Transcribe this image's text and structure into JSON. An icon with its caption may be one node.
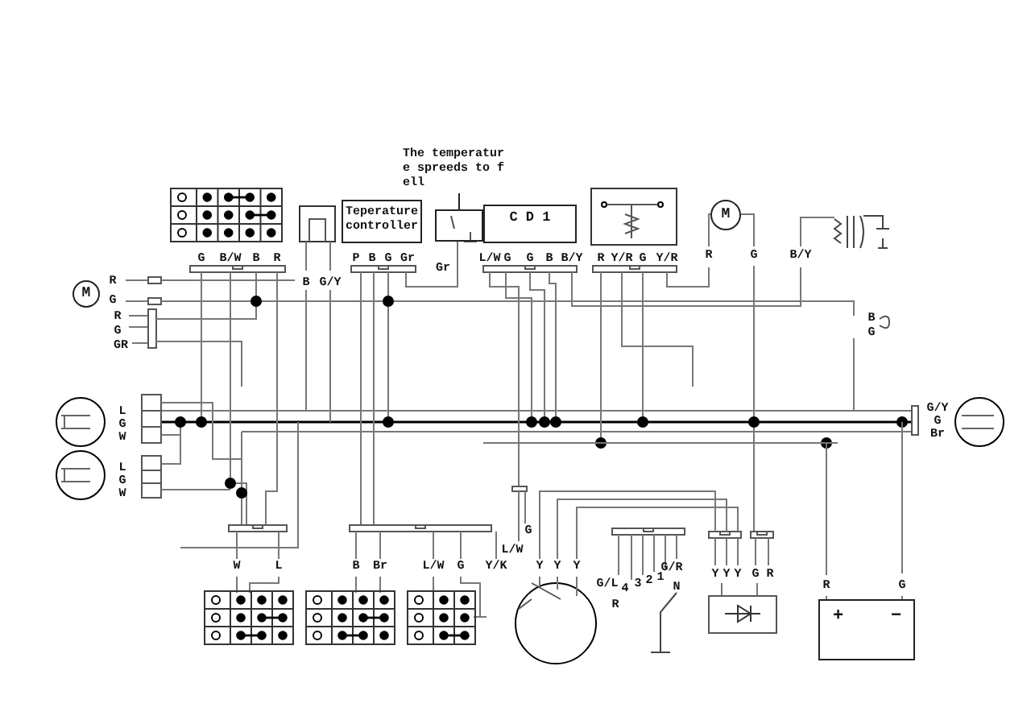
{
  "diagram": {
    "nodes": [
      {
        "text": [
          "The temperatur e spreeds to f ell"
        ]
      },
      {
        "text": [
          "Teperature controller"
        ]
      },
      {
        "text": [],
        "shape": "box"
      },
      {
        "text": [
          "C D 1"
        ]
      },
      {
        "text": [
          "M"
        ]
      },
      {
        "text": [
          "M"
        ]
      },
      {
        "text": [
          "+",
          "−"
        ]
      }
    ],
    "edges": [
      {
        "from": 0,
        "to": 2,
        "arrow": "none"
      }
    ],
    "labels": [
      "G",
      "B/W",
      "B",
      "R",
      "P",
      "B",
      "G",
      "Gr",
      "L/W",
      "G",
      "G",
      "B",
      "B/Y",
      "R",
      "Y/R",
      "G",
      "Y/R",
      "R",
      "G",
      "B/Y",
      "Gr",
      "R",
      "B",
      "G/Y",
      "G",
      "R",
      "G",
      "GR",
      "B",
      "G",
      "L",
      "G",
      "W",
      "G/Y",
      "G",
      "Br",
      "L",
      "G",
      "W",
      "G",
      "L/W",
      "W",
      "L",
      "B",
      "Br",
      "L/W",
      "G",
      "Y/K",
      "Y",
      "Y",
      "Y",
      "G/R",
      "Y",
      "Y",
      "Y",
      "G",
      "R",
      "G/L",
      "4",
      "3",
      "2",
      "1",
      "N",
      "R",
      "G",
      "R"
    ]
  }
}
